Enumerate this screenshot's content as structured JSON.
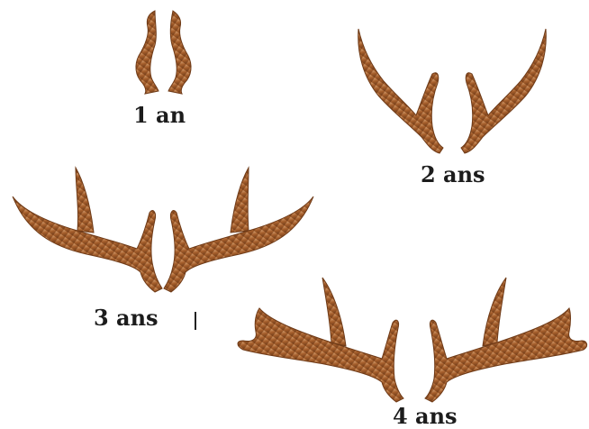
{
  "diagram": {
    "title": "",
    "colors": {
      "antler_dark": "#6e3a17",
      "antler_mid": "#a65f2c",
      "antler_light": "#d39a66",
      "text": "#1c1c1c"
    },
    "stages": [
      {
        "id": "1",
        "label": "1 an"
      },
      {
        "id": "2",
        "label": "2 ans"
      },
      {
        "id": "3",
        "label": "3 ans"
      },
      {
        "id": "4",
        "label": "4 ans"
      }
    ]
  }
}
